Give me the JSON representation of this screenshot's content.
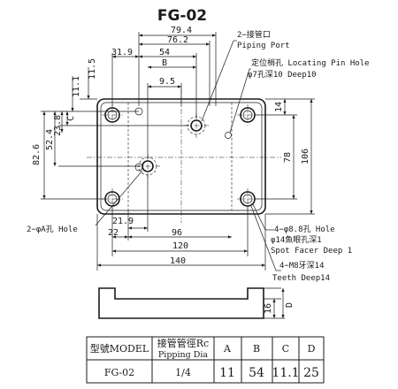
{
  "title": "FG-02",
  "dimensions": {
    "d79_4": "79.4",
    "d76_2": "76.2",
    "d54": "54",
    "dB": "B",
    "d31_9": "31.9",
    "d9_5": "9.5",
    "d11_5": "11.5",
    "d11_1": "11.1",
    "d23_8": "23.8",
    "dC": "C",
    "d52_4": "52.4",
    "d82_6": "82.6",
    "d14": "14",
    "d78": "78",
    "d106": "106",
    "d21_9": "21.9",
    "d22": "22",
    "d96": "96",
    "d120": "120",
    "d140": "140",
    "d16": "16",
    "dD": "D"
  },
  "annotations": {
    "piping_port_zh": "2−接管口",
    "piping_port_en": "Piping Port",
    "locating_pin": "定位梢孔 Locating Pin Hole",
    "locating_pin_depth": "φ7孔深10 Deep10",
    "phi_a_hole": "2−φA孔 Hole",
    "hole_88": "4−φ8.8孔 Hole",
    "spot_facer_zh": "φ14魚眼孔深1",
    "spot_facer_en": "Spot Facer Deep 1",
    "m8_zh": "4−M8牙深14",
    "m8_en": "Teeth Deep14"
  },
  "table": {
    "headers": {
      "model": "型號MODEL",
      "pipe_zh": "接管管徑Rc",
      "pipe_en": "Pipping Dia",
      "a": "A",
      "b": "B",
      "c": "C",
      "d": "D"
    },
    "row": {
      "model": "FG-02",
      "pipe": "1/4",
      "a": "11",
      "b": "54",
      "c": "11.1",
      "d": "25"
    }
  }
}
